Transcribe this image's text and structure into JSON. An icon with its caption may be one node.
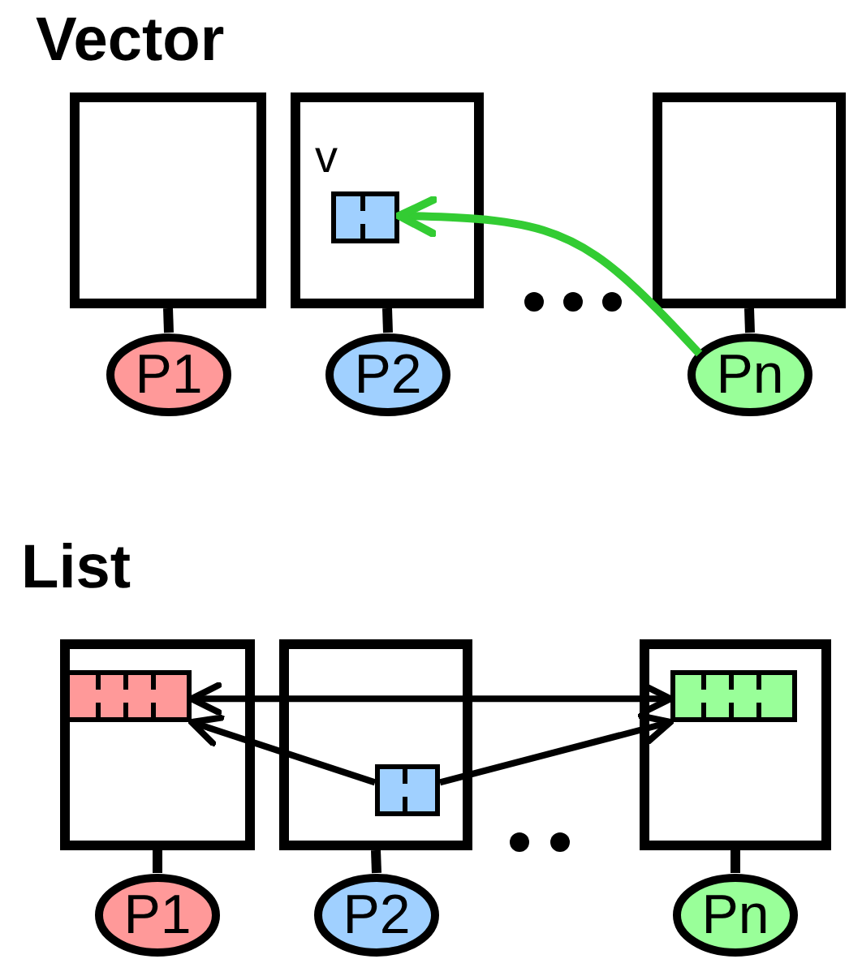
{
  "diagram": {
    "nodes": [
      {
        "text": [],
        "shape": "box"
      },
      {
        "text": [],
        "shape": "box"
      },
      {
        "text": [
          "v"
        ],
        "in": 1
      },
      {
        "text": [],
        "shape": "box"
      },
      {
        "text": [
          "P1"
        ]
      },
      {
        "text": [
          "P2"
        ]
      },
      {
        "text": [
          "Pn"
        ]
      },
      {
        "text": [],
        "shape": "box"
      },
      {
        "text": [],
        "shape": "bar",
        "in": 7
      },
      {
        "text": [],
        "shape": "box"
      },
      {
        "text": [],
        "shape": "box",
        "in": 9
      },
      {
        "text": [],
        "shape": "box"
      },
      {
        "text": [],
        "shape": "bar",
        "in": 11
      },
      {
        "text": [
          "P1"
        ]
      },
      {
        "text": [
          "P2"
        ]
      },
      {
        "text": [
          "Pn"
        ]
      }
    ],
    "edges": [
      {
        "from": 0,
        "to": 4,
        "arrow": "none"
      },
      {
        "from": 1,
        "to": 5,
        "arrow": "none"
      },
      {
        "from": 3,
        "to": 6,
        "arrow": "none"
      },
      {
        "from": 6,
        "to": 2,
        "arrow": "to",
        "color": "#33cc33"
      },
      {
        "from": 7,
        "to": 13,
        "arrow": "none"
      },
      {
        "from": 9,
        "to": 14,
        "arrow": "none"
      },
      {
        "from": 11,
        "to": 15,
        "arrow": "none"
      },
      {
        "from": 8,
        "to": 12,
        "arrow": "both"
      },
      {
        "from": 10,
        "to": 8,
        "arrow": "to"
      },
      {
        "from": 10,
        "to": 12,
        "arrow": "to"
      }
    ],
    "labels": [
      "Vector",
      "List"
    ]
  }
}
